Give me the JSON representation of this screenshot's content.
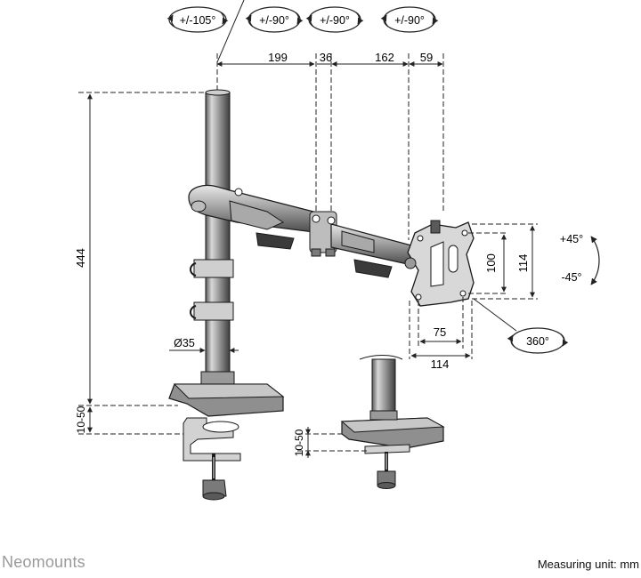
{
  "rotations": {
    "r1": "+/-105°",
    "r2": "+/-90°",
    "r3": "+/-90°",
    "r4": "+/-90°"
  },
  "dimensions": {
    "d199": "199",
    "d36": "36",
    "d162": "162",
    "d59": "59",
    "height_444": "444",
    "clamp_left": "10-50",
    "clamp_right": "10-50",
    "pole_diameter": "Ø35",
    "vesa_100": "100",
    "vesa_114_v": "114",
    "vesa_75": "75",
    "vesa_114_h": "114"
  },
  "tilt": {
    "up": "+45°",
    "down": "-45°"
  },
  "swivel": "360°",
  "footer": {
    "brand": "Neomounts",
    "unit_note": "Measuring unit: mm"
  }
}
